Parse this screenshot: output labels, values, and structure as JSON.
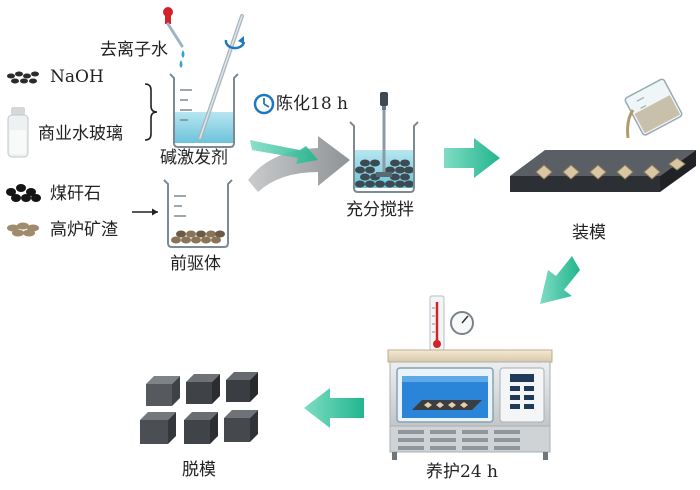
{
  "labels": {
    "deionized_water": "去离子水",
    "naoh": "NaOH",
    "water_glass": "商业水玻璃",
    "alkali_activator": "碱激发剂",
    "coal_gangue": "煤矸石",
    "slag": "高炉矿渣",
    "precursor": "前驱体",
    "aging": "陈化18 h",
    "stirring": "充分搅拌",
    "molding": "装模",
    "curing": "养护24 h",
    "demolding": "脱模"
  },
  "colors": {
    "arrow_green": "#2dbf9a",
    "arrow_gray": "#a9acae",
    "water_blue": "#8fd3e4",
    "icon_blue": "#1f77c2",
    "mold_dark": "#3a3d42",
    "oven_gray": "#d8dadb",
    "oven_window": "#2a84d8"
  },
  "icons": [
    "dropper-icon",
    "stir-rod-icon",
    "clock-icon",
    "thermometer-icon",
    "gauge-icon"
  ]
}
